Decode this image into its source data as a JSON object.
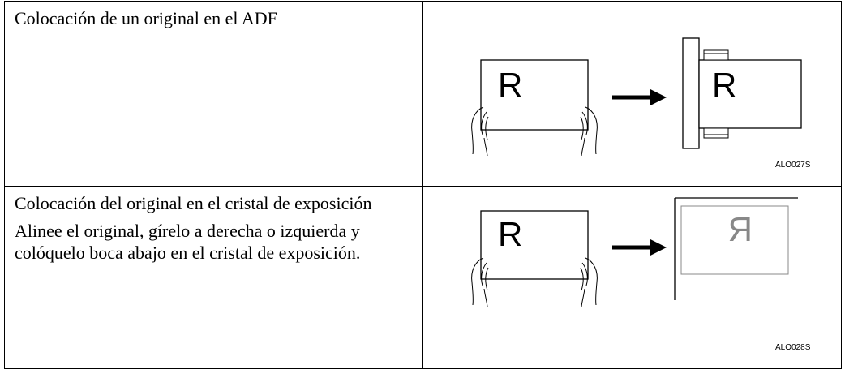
{
  "rows": [
    {
      "heading": "Colocación de un original en el ADF",
      "body": "",
      "figure": {
        "letter_left": "R",
        "letter_right": "R",
        "code": "ALO027S"
      }
    },
    {
      "heading": "Colocación del original en el cristal de expo­sición",
      "body": "Alinee el original, gírelo a derecha o izquier­da y colóquelo boca abajo en el cristal de ex­posición.",
      "figure": {
        "letter_left": "R",
        "letter_right": "R",
        "code": "ALO028S"
      }
    }
  ]
}
